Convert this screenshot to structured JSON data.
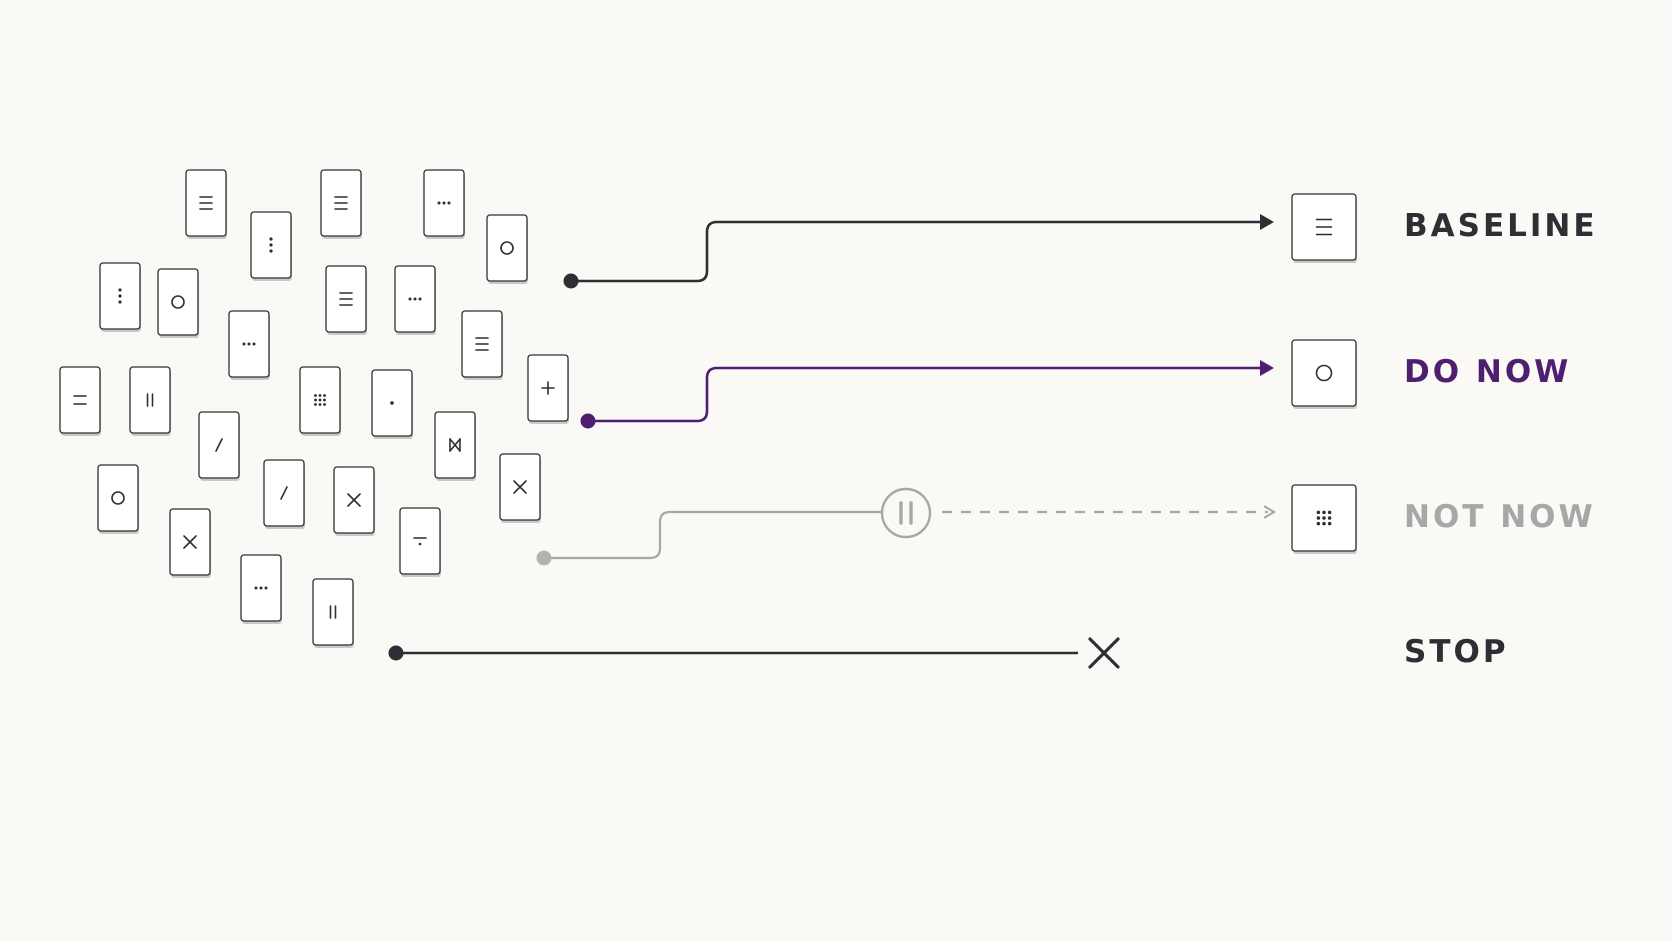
{
  "colors": {
    "background": "#faf9f6",
    "ink": "#2c2f33",
    "accent": "#4e1f6e",
    "muted": "#a7a7a7",
    "card": "#ffffff"
  },
  "pool_cards": [
    {
      "icon": "lines-icon"
    },
    {
      "icon": "dots-vertical-icon"
    },
    {
      "icon": "lines-icon"
    },
    {
      "icon": "dots-horizontal-icon"
    },
    {
      "icon": "circle-icon"
    },
    {
      "icon": "dots-vertical-icon"
    },
    {
      "icon": "circle-icon"
    },
    {
      "icon": "lines-icon"
    },
    {
      "icon": "dots-horizontal-icon"
    },
    {
      "icon": "dots-horizontal-icon"
    },
    {
      "icon": "lines-icon"
    },
    {
      "icon": "double-dash-icon"
    },
    {
      "icon": "pause-icon"
    },
    {
      "icon": "grid-icon"
    },
    {
      "icon": "dot-icon"
    },
    {
      "icon": "plus-icon"
    },
    {
      "icon": "slash-icon"
    },
    {
      "icon": "hourglass-icon"
    },
    {
      "icon": "circle-icon"
    },
    {
      "icon": "slash-icon"
    },
    {
      "icon": "x-icon"
    },
    {
      "icon": "x-icon"
    },
    {
      "icon": "x-icon"
    },
    {
      "icon": "minus-icon"
    },
    {
      "icon": "dots-horizontal-icon"
    },
    {
      "icon": "pause-icon"
    }
  ],
  "outcomes": [
    {
      "key": "baseline",
      "label": "BASELINE",
      "icon": "lines-icon",
      "status": "active"
    },
    {
      "key": "do_now",
      "label": "DO NOW",
      "icon": "circle-icon",
      "status": "highlighted"
    },
    {
      "key": "not_now",
      "label": "NOT NOW",
      "icon": "grid-icon",
      "status": "deferred"
    },
    {
      "key": "stop",
      "label": "STOP",
      "icon": "x-icon",
      "status": "terminated"
    }
  ],
  "connectors": [
    {
      "from_icon": "circle-icon",
      "to": "baseline",
      "style": "solid",
      "end": "arrow",
      "color": "#2c2f33"
    },
    {
      "from_icon": "plus-icon",
      "to": "do_now",
      "style": "solid",
      "end": "arrow",
      "color": "#4e1f6e"
    },
    {
      "from_icon": "x-icon",
      "to": "not_now",
      "style": "dashed",
      "end": "arrow",
      "midpoint": "pause-icon",
      "color": "#a7a7a7"
    },
    {
      "from_icon": "pause-icon",
      "to": "stop",
      "style": "solid",
      "end": "x-mark",
      "color": "#2c2f33"
    }
  ]
}
